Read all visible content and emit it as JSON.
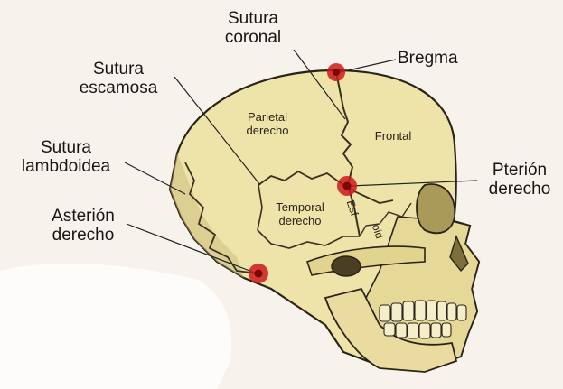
{
  "colors": {
    "background": "#f7f3ec",
    "bone": "#eee3a8",
    "bone_shade": "#cdbf7e",
    "outline": "#2a2418",
    "suture": "#3a3020",
    "landmark": "#cc1a1a",
    "line": "#222222"
  },
  "labels": {
    "sutura_coronal": [
      "Sutura",
      "coronal"
    ],
    "bregma": "Bregma",
    "sutura_escamosa": [
      "Sutura",
      "escamosa"
    ],
    "sutura_lambdoidea": [
      "Sutura",
      "lambdoidea"
    ],
    "asterion": [
      "Asterión",
      "derecho"
    ],
    "pterion": [
      "Pterión",
      "derecho"
    ]
  },
  "bones": {
    "parietal": [
      "Parietal",
      "derecho"
    ],
    "frontal": "Frontal",
    "temporal": [
      "Temporal",
      "derecho"
    ],
    "esfenoides_fragment_1": "Esf",
    "esfenoides_fragment_2": "oid"
  }
}
